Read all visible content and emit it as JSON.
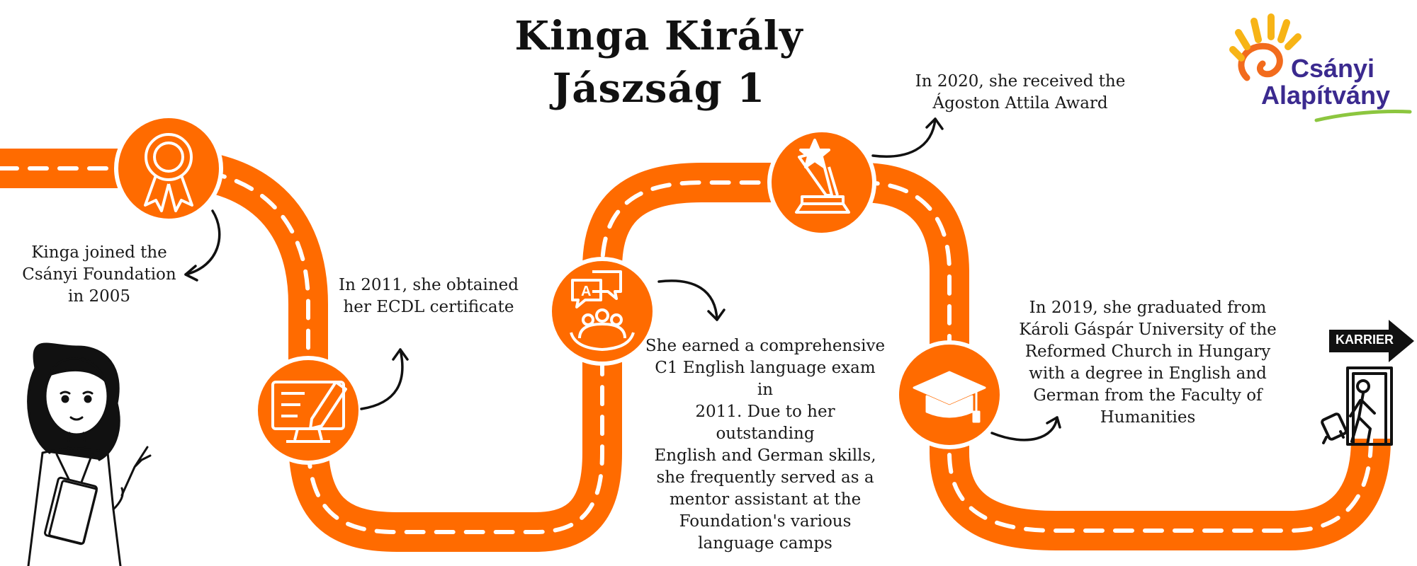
{
  "title": {
    "line1": "Kinga Király",
    "line2": "Jászság 1"
  },
  "logo": {
    "line1": "Csányi",
    "line2": "Alapítvány"
  },
  "steps": [
    {
      "text": "Kinga joined the\nCsányi Foundation\nin 2005",
      "icon": "award-ribbon-icon"
    },
    {
      "text": "In 2011, she obtained\nher ECDL certificate",
      "icon": "computer-certificate-icon"
    },
    {
      "text": "She earned a comprehensive\nC1 English language exam in\n2011. Due to her outstanding\nEnglish and German skills,\nshe frequently served as a\nmentor assistant at the\nFoundation's various\nlanguage camps",
      "icon": "language-translation-icon"
    },
    {
      "text": "In 2020, she received the\nÁgoston Attila Award",
      "icon": "trophy-icon"
    },
    {
      "text": "In 2019, she graduated from\nKároli Gáspár University of the\nReformed Church in Hungary\nwith a degree in English and\nGerman from the Faculty of\nHumanities",
      "icon": "graduation-cap-icon"
    }
  ],
  "end_sign": {
    "label": "KARRIER",
    "icon": "exit-door-traveler-icon"
  },
  "illustration": {
    "icon": "woman-holding-book-icon"
  },
  "colors": {
    "road": "#ff6b00",
    "dash": "#ffffff",
    "text": "#1a1a1a",
    "logo_purple": "#3b2a8f",
    "logo_orange": "#f26b1d",
    "logo_yellow": "#f7b416",
    "logo_green": "#8cc63f"
  }
}
